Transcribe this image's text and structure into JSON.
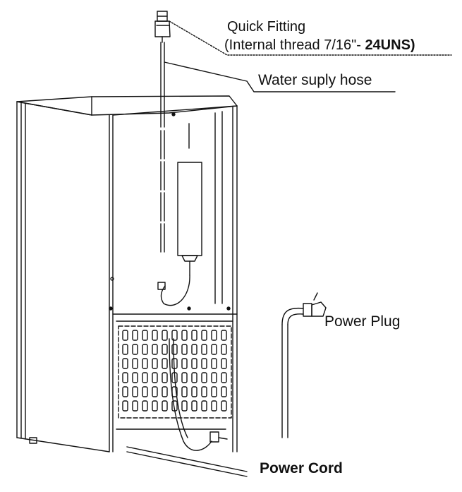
{
  "labels": {
    "quick_fitting": "Quick Fitting",
    "internal_thread_prefix": "(Internal thread 7/16\"-  ",
    "internal_thread_bold": "24UNS)",
    "water_supply_hose": "Water suply hose",
    "power_plug": "Power Plug",
    "power_cord": "Power Cord"
  },
  "colors": {
    "line": "#111111",
    "background": "#ffffff"
  }
}
